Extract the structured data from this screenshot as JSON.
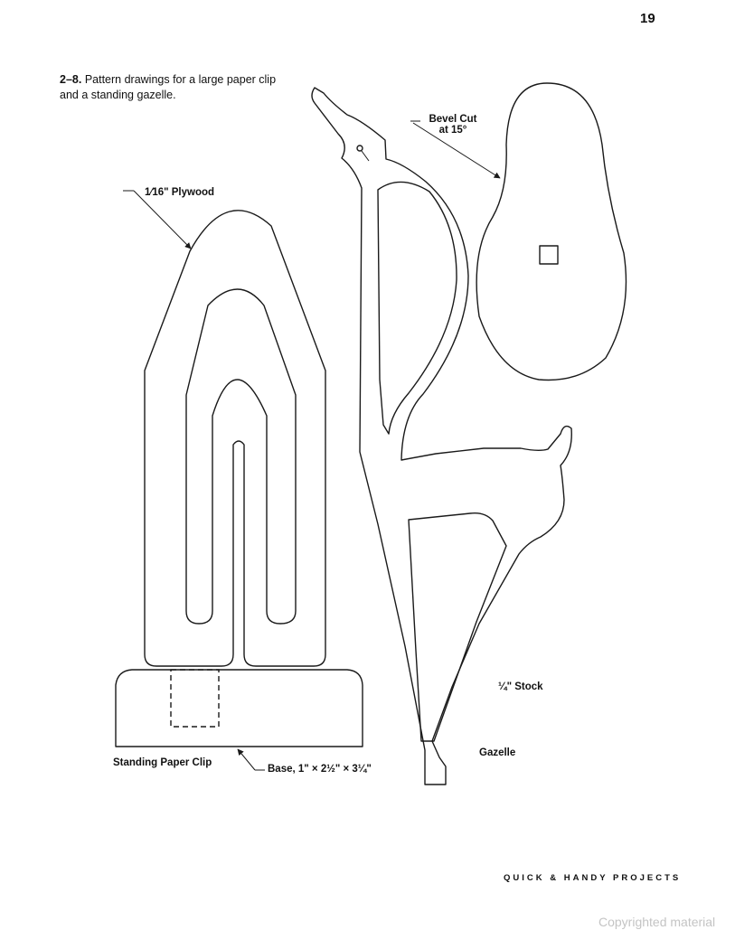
{
  "page": {
    "number": "19",
    "footer": "QUICK & HANDY PROJECTS",
    "watermark": "Copyrighted material"
  },
  "caption": {
    "figure_number": "2–8.",
    "text": " Pattern drawings for a large paper clip and a standing gazelle."
  },
  "labels": {
    "plywood": "1⁄16\" Plywood",
    "bevel_cut_line1": "Bevel Cut",
    "bevel_cut_line2": "at 15°",
    "stock": "¼\" Stock",
    "gazelle": "Gazelle",
    "standing_paper_clip": "Standing Paper Clip",
    "base": "Base, 1\" × 2½\" × 3¼\""
  }
}
